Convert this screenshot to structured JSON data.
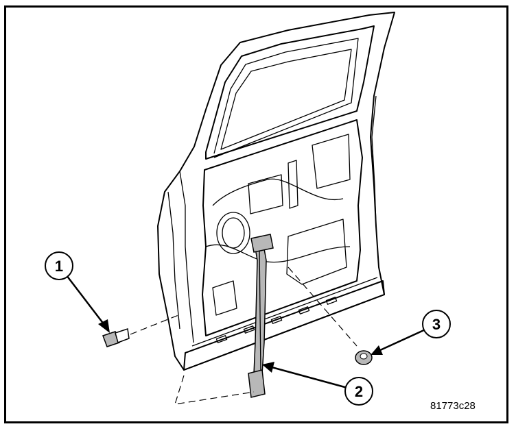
{
  "callouts": [
    {
      "number": "1",
      "part": "bolt"
    },
    {
      "number": "2",
      "part": "window-regulator-track"
    },
    {
      "number": "3",
      "part": "nut"
    }
  ],
  "figure_id": "81773c28",
  "colors": {
    "line": "#000000",
    "background": "#ffffff",
    "shade": "#b8b8b8"
  }
}
